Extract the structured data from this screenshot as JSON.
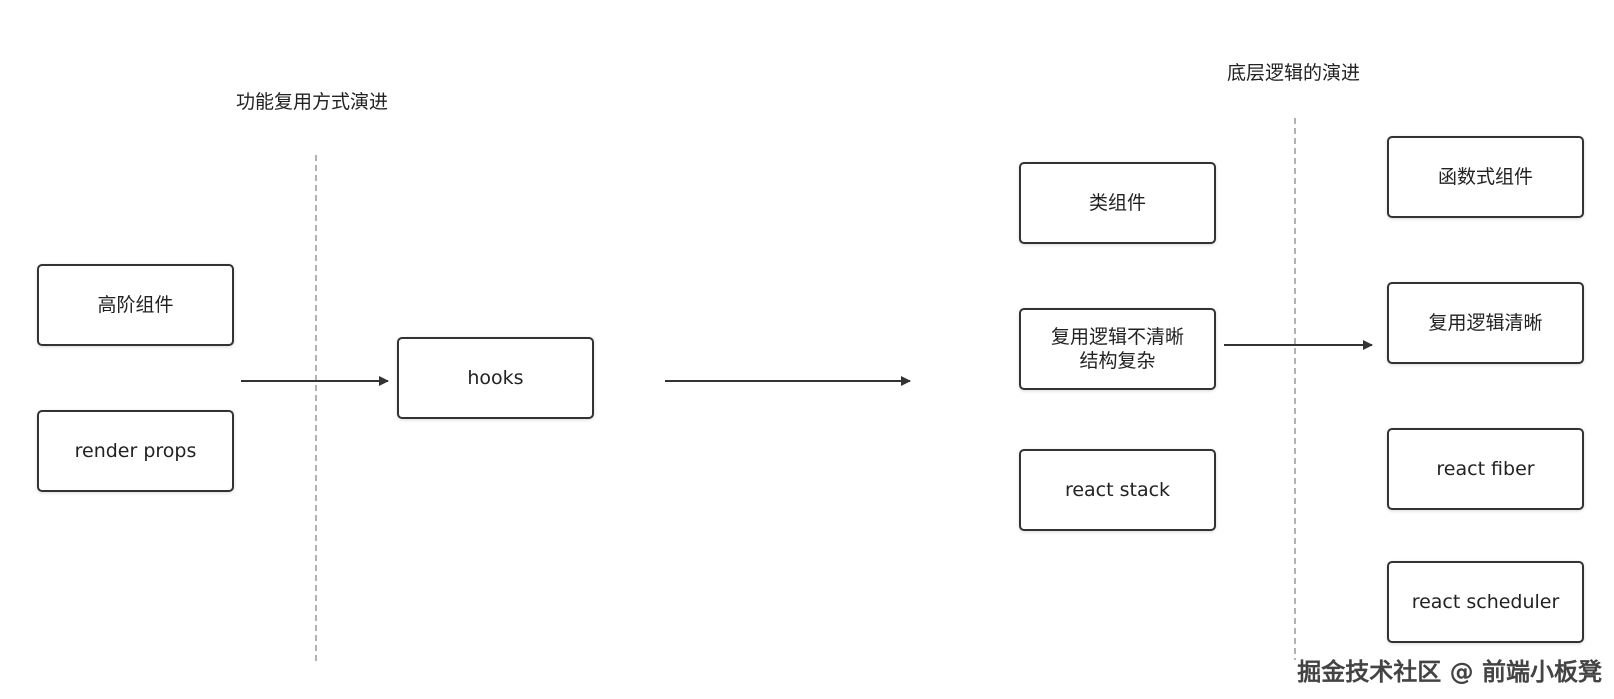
{
  "left_section": {
    "title": "功能复用方式演进",
    "sources": [
      "高阶组件",
      "render props"
    ],
    "target": "hooks"
  },
  "right_section": {
    "title": "底层逻辑的演进",
    "before": [
      "类组件",
      "复用逻辑不清晰\n结构复杂",
      "react stack"
    ],
    "after": [
      "函数式组件",
      "复用逻辑清晰",
      "react fiber",
      "react scheduler"
    ]
  },
  "watermark": "掘金技术社区 @ 前端小板凳",
  "colors": {
    "stroke": "#333333",
    "divider": "#999999",
    "text": "#222222"
  }
}
